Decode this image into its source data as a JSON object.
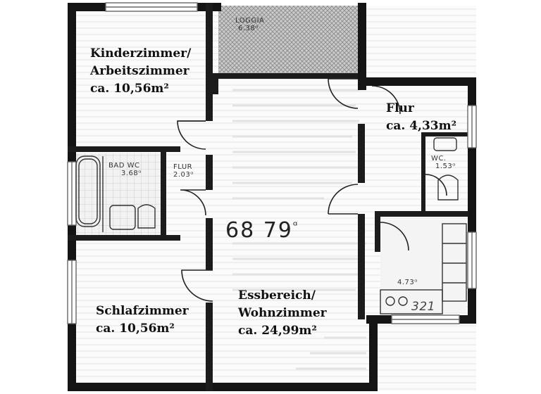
{
  "rooms": {
    "kinderzimmer": {
      "line1": "Kinderzimmer/",
      "line2": "Arbeitszimmer",
      "line3": "ca. 10,56m²"
    },
    "flur_right": {
      "line1": "Flur",
      "line2": "ca. 4,33m²"
    },
    "schlafzimmer": {
      "line1": "Schlafzimmer",
      "line2": "ca. 10,56m²"
    },
    "wohnzimmer": {
      "line1": "Essbereich/",
      "line2": "Wohnzimmer",
      "line3": "ca. 24,99m²"
    }
  },
  "plan_text": {
    "loggia_name": "LOGGIA",
    "loggia_area": "6.38ᵅ",
    "bad_name": "BAD WC",
    "bad_area": "3.68ᵅ",
    "flur_name": "FLUR",
    "flur_area": "2.03ᵅ",
    "wc_name": "WC.",
    "wc_area": "1.53ᵅ",
    "kitchen_area": "4.73ᵅ",
    "total_value": "68 79",
    "total_unit": "ᵅ",
    "scribble": "321"
  },
  "colors": {
    "background": "#ffffff",
    "wall": "#141414",
    "hatch": "#9a9a9a",
    "faint_text": "#bdbdbd"
  }
}
